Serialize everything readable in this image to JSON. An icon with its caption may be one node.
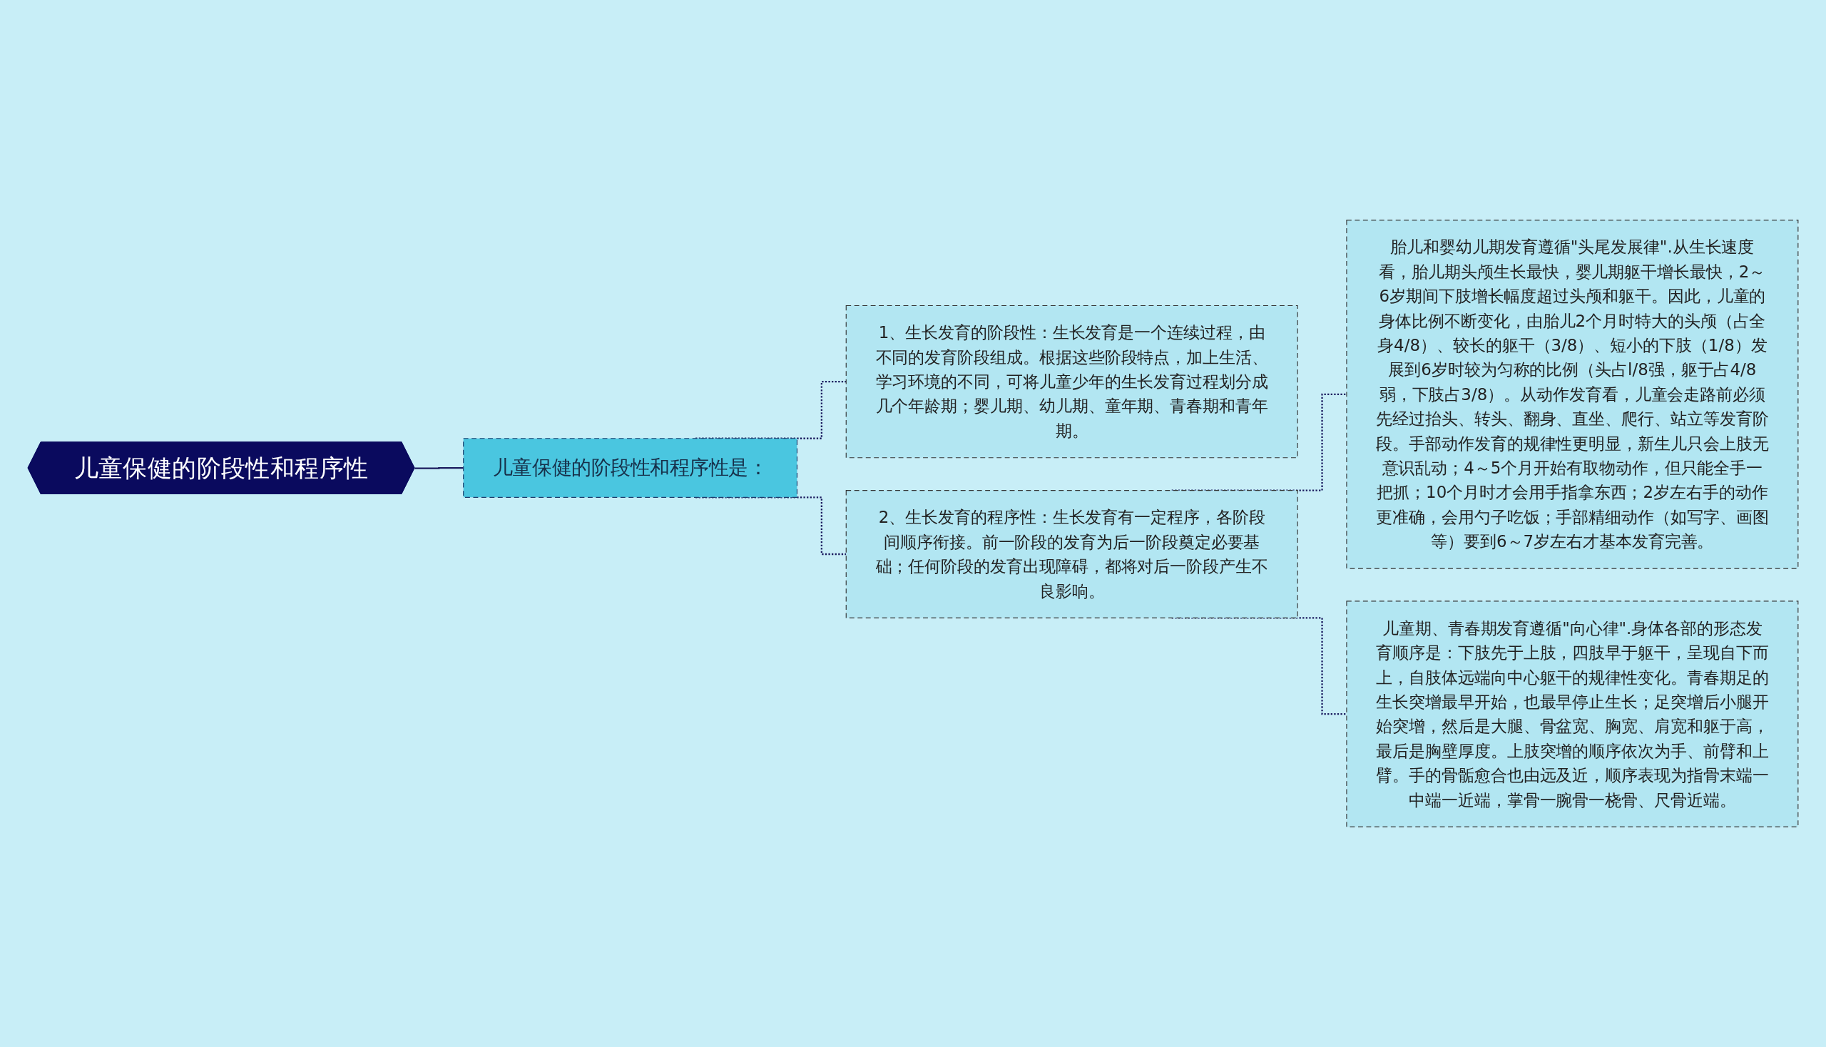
{
  "diagram": {
    "nodes": [
      {
        "text": [
          "儿童保健的阶段性和程序性"
        ]
      },
      {
        "text": [
          "儿童保健的阶段性和程序性是："
        ]
      },
      {
        "text": [
          "1、生长发育的阶段性：生长发育是一个连续过程，由不同的发育阶段组成。根据这些阶段特点，加上生活、学习环境的不同，可将儿童少年的生长发育过程划分成几个年龄期；婴儿期、幼儿期、童年期、青春期和青年期。"
        ]
      },
      {
        "text": [
          "2、生长发育的程序性：生长发育有一定程序，各阶段间顺序衔接。前一阶段的发育为后一阶段奠定必要基础；任何阶段的发育出现障碍，都将对后一阶段产生不良影响。"
        ]
      },
      {
        "text": [
          "胎儿和婴幼儿期发育遵循\"头尾发展律\".从生长速度看，胎儿期头颅生长最快，婴儿期躯干增长最快，2～6岁期间下肢增长幅度超过头颅和躯干。因此，儿童的身体比例不断变化，由胎儿2个月时特大的头颅（占全身4/8）、较长的躯干（3/8）、短小的下肢（1/8）发展到6岁时较为匀称的比例（头占l/8强，躯于占4/8弱，下肢占3/8）。从动作发育看，儿童会走路前必须先经过抬头、转头、翻身、直坐、爬行、站立等发育阶段。手部动作发育的规律性更明显，新生儿只会上肢无意识乱动；4～5个月开始有取物动作，但只能全手一把抓；10个月时才会用手指拿东西；2岁左右手的动作更准确，会用勺子吃饭；手部精细动作（如写字、画图等）要到6～7岁左右才基本发育完善。"
        ]
      },
      {
        "text": [
          "儿童期、青春期发育遵循\"向心律\".身体各部的形态发育顺序是：下肢先于上肢，四肢早于躯干，呈现自下而上，自肢体远端向中心躯干的规律性变化。青春期足的生长突增最早开始，也最早停止生长；足突增后小腿开始突增，然后是大腿、骨盆宽、胸宽、肩宽和躯于高，最后是胸壁厚度。上肢突增的顺序依次为手、前臂和上臂。手的骨骺愈合也由远及近，顺序表现为指骨末端一中端一近端，掌骨一腕骨一桡骨、尺骨近端。"
        ]
      }
    ],
    "edges": [
      {
        "from": 0,
        "to": 1,
        "arrow": "none"
      },
      {
        "from": 1,
        "to": 2,
        "arrow": "none",
        "style": "dashed"
      },
      {
        "from": 1,
        "to": 3,
        "arrow": "none",
        "style": "dashed"
      },
      {
        "from": 3,
        "to": 4,
        "arrow": "none",
        "style": "dashed"
      },
      {
        "from": 3,
        "to": 5,
        "arrow": "none",
        "style": "dashed"
      }
    ]
  }
}
